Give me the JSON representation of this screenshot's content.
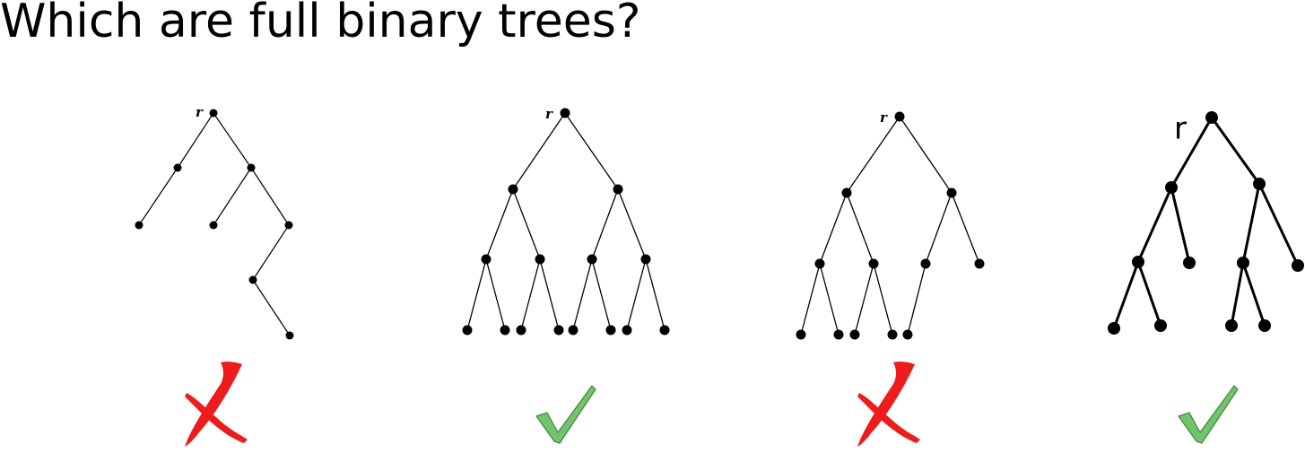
{
  "title": "Which are full binary trees?",
  "trees": [
    {
      "root_label": "r",
      "is_full": false,
      "verdict_icon": "cross-icon",
      "edges": [
        [
          0,
          1
        ],
        [
          0,
          2
        ],
        [
          1,
          3
        ],
        [
          2,
          4
        ],
        [
          2,
          5
        ],
        [
          5,
          6
        ],
        [
          6,
          7
        ]
      ]
    },
    {
      "root_label": "r",
      "is_full": true,
      "verdict_icon": "check-icon",
      "edges": [
        [
          0,
          1
        ],
        [
          0,
          2
        ],
        [
          1,
          3
        ],
        [
          1,
          4
        ],
        [
          2,
          5
        ],
        [
          2,
          6
        ],
        [
          3,
          7
        ],
        [
          3,
          8
        ],
        [
          4,
          9
        ],
        [
          4,
          10
        ],
        [
          5,
          11
        ],
        [
          5,
          12
        ],
        [
          6,
          13
        ],
        [
          6,
          14
        ]
      ]
    },
    {
      "root_label": "r",
      "is_full": false,
      "verdict_icon": "cross-icon",
      "edges": [
        [
          0,
          1
        ],
        [
          0,
          2
        ],
        [
          1,
          3
        ],
        [
          1,
          4
        ],
        [
          2,
          5
        ],
        [
          2,
          6
        ],
        [
          3,
          7
        ],
        [
          3,
          8
        ],
        [
          4,
          9
        ],
        [
          4,
          10
        ],
        [
          5,
          11
        ]
      ]
    },
    {
      "root_label": "r",
      "is_full": true,
      "verdict_icon": "check-icon",
      "edges": [
        [
          0,
          1
        ],
        [
          0,
          2
        ],
        [
          1,
          3
        ],
        [
          1,
          4
        ],
        [
          2,
          5
        ],
        [
          2,
          6
        ],
        [
          3,
          7
        ],
        [
          3,
          8
        ],
        [
          5,
          9
        ],
        [
          5,
          10
        ]
      ]
    }
  ],
  "colors": {
    "cross": "#ee1c1c",
    "check_fill": "#74c26e",
    "check_stroke": "#3d8a38",
    "ink": "#000000"
  }
}
